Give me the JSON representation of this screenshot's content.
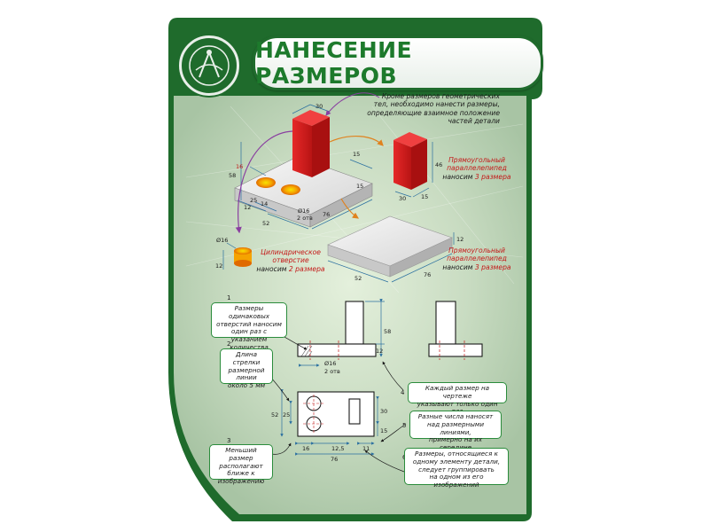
{
  "title": "НАНЕСЕНИЕ РАЗМЕРОВ",
  "colors": {
    "frame": "#1f6b2c",
    "board": "#cfe0c8",
    "title_text": "#1d7a2c",
    "block": "#d81e1e",
    "highlight": "#c41818",
    "callout_border": "#2b8c3c",
    "dimension": "#2a6fa0"
  },
  "logo_icon": "drafting-compass-icon",
  "intro_note": [
    "Кроме размеров геометрических",
    "тел, необходимо нанести размеры,",
    "определяющие взаимное положение",
    "частей детали"
  ],
  "top_section": {
    "assembly_dims": {
      "block_width": "30",
      "block_top": "15",
      "hole_distance": "16",
      "width_14": "14",
      "width_25": "25",
      "base_12": "12",
      "base_52": "52",
      "height_58": "58",
      "hole_label": "2 отв",
      "hole_diam": "Ø16",
      "length_76": "76",
      "side_15": "15"
    },
    "prism": {
      "dims": {
        "width": "30",
        "depth": "15",
        "height": "46"
      },
      "label_line1": "Прямоугольный",
      "label_line2": "параллелепипед",
      "label_prefix": "наносим",
      "label_count": "3 размера"
    },
    "cylinder": {
      "dims": {
        "diam": "Ø16",
        "height": "12"
      },
      "label_line1": "Цилиндрическое",
      "label_line2": "отверстие",
      "label_prefix": "наносим",
      "label_count": "2 размера"
    },
    "slab": {
      "dims": {
        "depth": "12",
        "width": "52",
        "length": "76"
      },
      "label_line1": "Прямоугольный",
      "label_line2": "параллелепипед",
      "label_prefix": "наносим",
      "label_count": "3 размера"
    }
  },
  "bottom_section": {
    "front_dims": {
      "height": "58",
      "hole": "Ø16",
      "holes": "2 отв",
      "base": "12"
    },
    "plan_dims": {
      "h52": "52",
      "h25": "25",
      "h30": "30",
      "h15": "15",
      "w16": "16",
      "w12_5": "12,5",
      "w11": "11",
      "w76": "76"
    },
    "rules": [
      {
        "number": "1",
        "text": [
          "Размеры одинаковых",
          "отверстий наносим",
          "один раз с указанием",
          "количества"
        ]
      },
      {
        "number": "2",
        "text": [
          "Длина стрелки",
          "размерной",
          "линии",
          "около 5 мм"
        ]
      },
      {
        "number": "3",
        "text": [
          "Меньший размер",
          "располагают",
          "ближе к",
          "изображению"
        ]
      },
      {
        "number": "4",
        "text": [
          "Каждый размер на чертеже",
          "указывают только один раз"
        ]
      },
      {
        "number": "5",
        "text": [
          "Разные числа наносят",
          "над размерными линиями,",
          "примерно на их середине"
        ]
      },
      {
        "number": "6",
        "text": [
          "Размеры, относящиеся к",
          "одному элементу детали,",
          "следует группировать",
          "на одном из его изображений"
        ]
      }
    ]
  }
}
